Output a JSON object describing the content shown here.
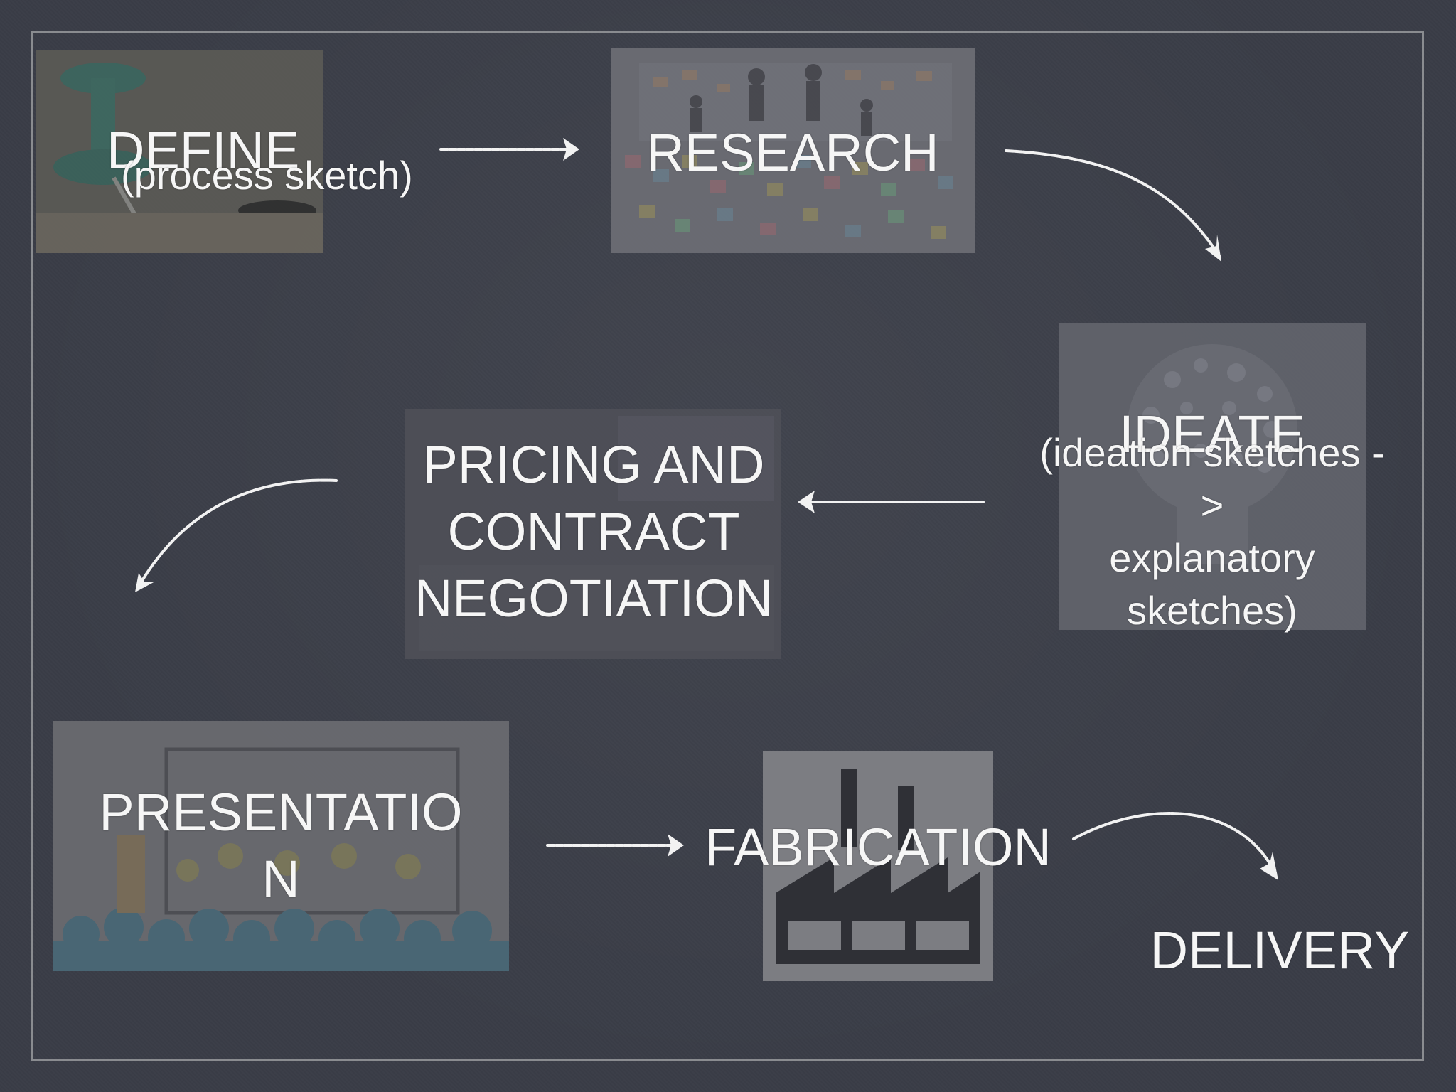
{
  "nodes": {
    "define": {
      "label": "DEFINE",
      "note": "(process sketch)"
    },
    "research": {
      "label": "RESEARCH"
    },
    "ideate": {
      "label": "IDEATE",
      "note_line1": "(ideation sketches -",
      "note_line2": ">",
      "note_line3": "explanatory",
      "note_line4": "sketches)"
    },
    "pricing": {
      "line1": "PRICING AND",
      "line2": "CONTRACT",
      "line3": "NEGOTIATION"
    },
    "presentation": {
      "line1": "PRESENTATIO",
      "line2": "N"
    },
    "fabrication": {
      "label": "FABRICATION"
    },
    "delivery": {
      "label": "DELIVERY"
    }
  },
  "colors": {
    "background": "#3a3d47",
    "frame": "#8a8c90",
    "text": "#f6f6f6",
    "arrow": "#f2f2f2"
  },
  "icons": {
    "fabrication": "factory-icon",
    "define": "pushpin-icon",
    "ideate": "lightbulb-icon"
  }
}
